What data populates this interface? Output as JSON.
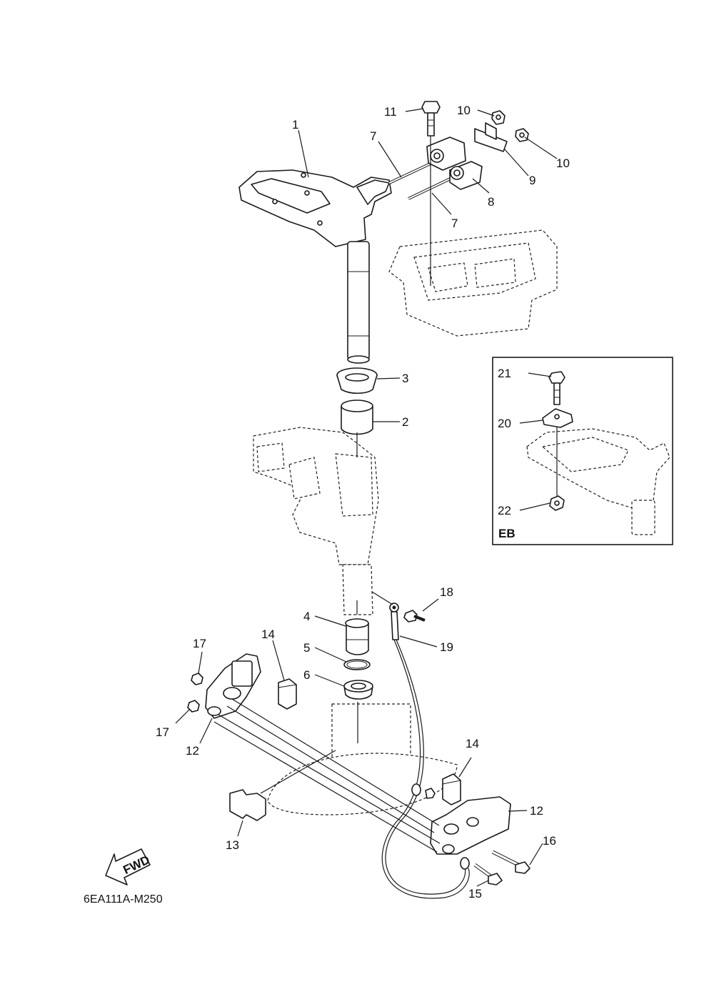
{
  "diagram_code": "6EA111A-M250",
  "fwd_label": "FWD",
  "inset": {
    "label": "EB"
  },
  "callouts": {
    "p1": "1",
    "p2": "2",
    "p3": "3",
    "p4": "4",
    "p5": "5",
    "p6": "6",
    "p7a": "7",
    "p7b": "7",
    "p8": "8",
    "p9": "9",
    "p10a": "10",
    "p10b": "10",
    "p11": "11",
    "p12a": "12",
    "p12b": "12",
    "p13": "13",
    "p14a": "14",
    "p14b": "14",
    "p15": "15",
    "p16": "16",
    "p17a": "17",
    "p17b": "17",
    "p18": "18",
    "p19": "19",
    "p20": "20",
    "p21": "21",
    "p22": "22"
  }
}
